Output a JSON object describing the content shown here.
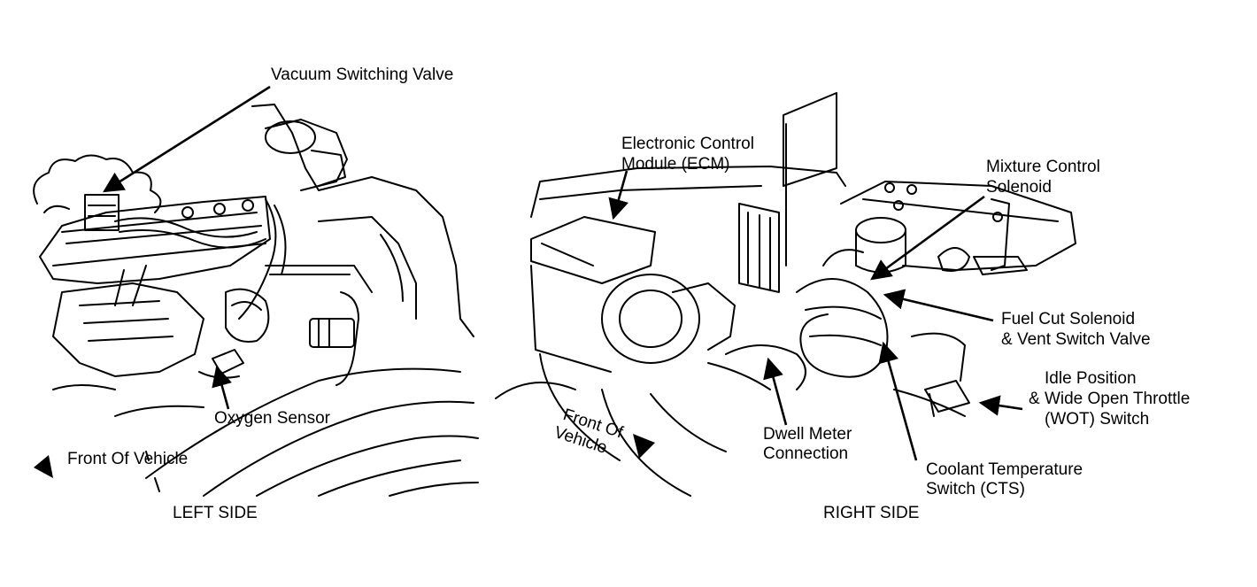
{
  "left_panel": {
    "caption": "LEFT SIDE",
    "labels": {
      "vacuum_switching_valve": "Vacuum Switching Valve",
      "oxygen_sensor": "Oxygen Sensor",
      "front_of_vehicle": "Front Of Vehicle"
    }
  },
  "right_panel": {
    "caption": "RIGHT SIDE",
    "labels": {
      "ecm_line1": "Electronic Control",
      "ecm_line2": "Module (ECM)",
      "mixture_line1": "Mixture Control",
      "mixture_line2": "Solenoid",
      "fuel_cut_line1": "Fuel Cut Solenoid",
      "fuel_cut_line2": "& Vent Switch Valve",
      "idle_line1": "Idle Position",
      "idle_line2": "& Wide Open Throttle",
      "idle_line3": "(WOT) Switch",
      "dwell_line1": "Dwell Meter",
      "dwell_line2": "Connection",
      "cts_line1": "Coolant Temperature",
      "cts_line2": "Switch (CTS)",
      "front_line1": "Front Of",
      "front_line2": "Vehicle"
    }
  }
}
